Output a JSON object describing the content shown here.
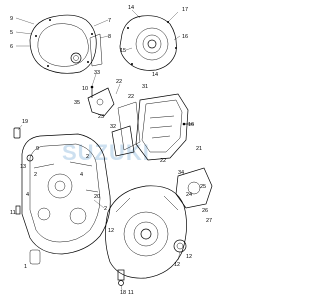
{
  "diagram": {
    "callouts": [
      "9",
      "5",
      "6",
      "7",
      "8",
      "14",
      "17",
      "16",
      "15",
      "14",
      "33",
      "22",
      "10",
      "23",
      "35",
      "22",
      "31",
      "16",
      "32",
      "21",
      "22",
      "34",
      "9",
      "19",
      "13",
      "2",
      "2",
      "4",
      "4",
      "20",
      "2",
      "1",
      "11",
      "24",
      "25",
      "26",
      "12",
      "18",
      "11",
      "12",
      "12",
      "27"
    ],
    "watermark": "SUZUKI"
  },
  "colors": {
    "line": "#000000",
    "background": "#ffffff",
    "watermark": "#4a90c8"
  }
}
